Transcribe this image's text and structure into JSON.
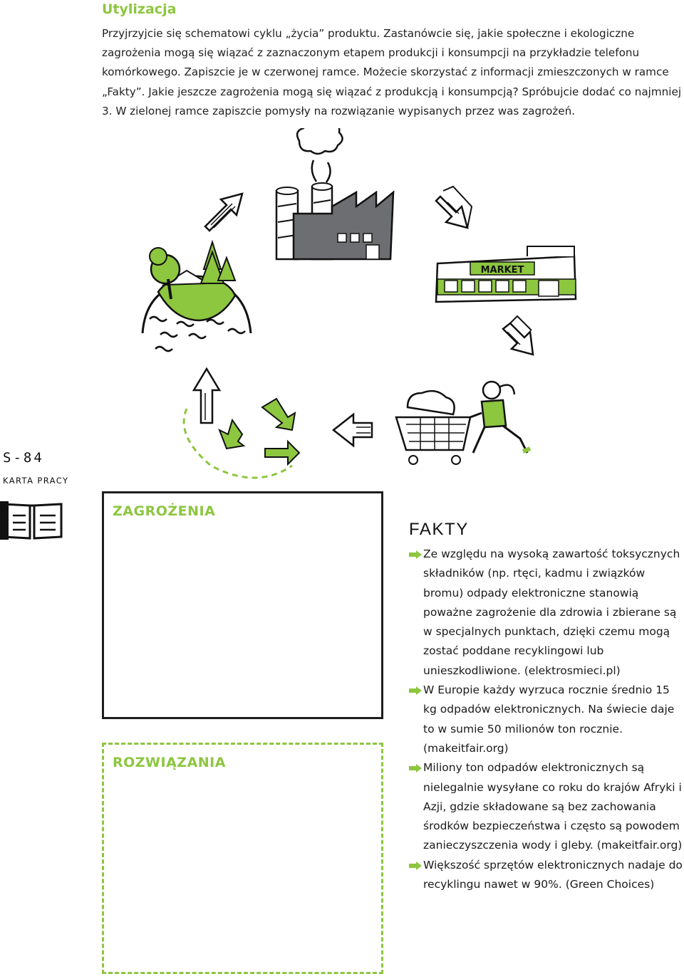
{
  "section": {
    "title": "Utylizacja",
    "intro": "Przyjrzyjcie się schematowi cyklu „życia” produktu. Zastanówcie się, jakie społeczne i ekologiczne zagrożenia mogą się wiązać z zaznaczonym etapem produkcji i konsumpcji na przykładzie telefonu komórkowego. Zapiszcie je w czerwonej ramce. Możecie skorzystać z informacji zmieszczonych w ramce „Fakty”. Jakie jeszcze zagrożenia mogą się wiązać z produkcją i konsumpcją? Spróbujcie dodać co najmniej 3. W zielonej ramce zapiszcie pomysły na rozwiązanie wypisanych przez was zagrożeń."
  },
  "cycle": {
    "market_sign": "MARKET",
    "stages": [
      "nature-island",
      "factory",
      "market",
      "shopping",
      "recycling"
    ]
  },
  "sheet": {
    "code": "S-84",
    "label": "KARTA PRACY"
  },
  "threats_box": {
    "title": "ZAGROŻENIA"
  },
  "solutions_box": {
    "title": "ROZWIĄZANIA"
  },
  "facts": {
    "title": "FAKTY",
    "items": [
      "Ze względu na wysoką zawartość toksycznych składników (np. rtęci, kadmu i związków bromu) odpady elektroniczne stanowią poważne zagrożenie dla zdrowia i zbierane są w specjalnych punktach, dzięki czemu mogą zostać poddane recyklingowi lub unieszkodliwione. (elektrosmieci.pl)",
      "W Europie każdy wyrzuca rocznie średnio 15 kg odpadów elektronicznych. Na świecie daje to w sumie 50 milionów ton rocznie. (makeitfair.org)",
      "Miliony ton odpadów elektronicznych są nielegalnie wysyłane co roku do krajów Afryki i Azji, gdzie składowane są bez zachowania środków bezpieczeństwa i często są powodem zanieczyszczenia wody i gleby. (makeitfair.org)",
      "Większość sprzętów elektronicznych nadaje do recyklingu nawet w 90%. (Green Choices)"
    ]
  },
  "colors": {
    "accent_green": "#8dc63f",
    "dark": "#1e1e1e",
    "factory_gray": "#6d6e71"
  }
}
